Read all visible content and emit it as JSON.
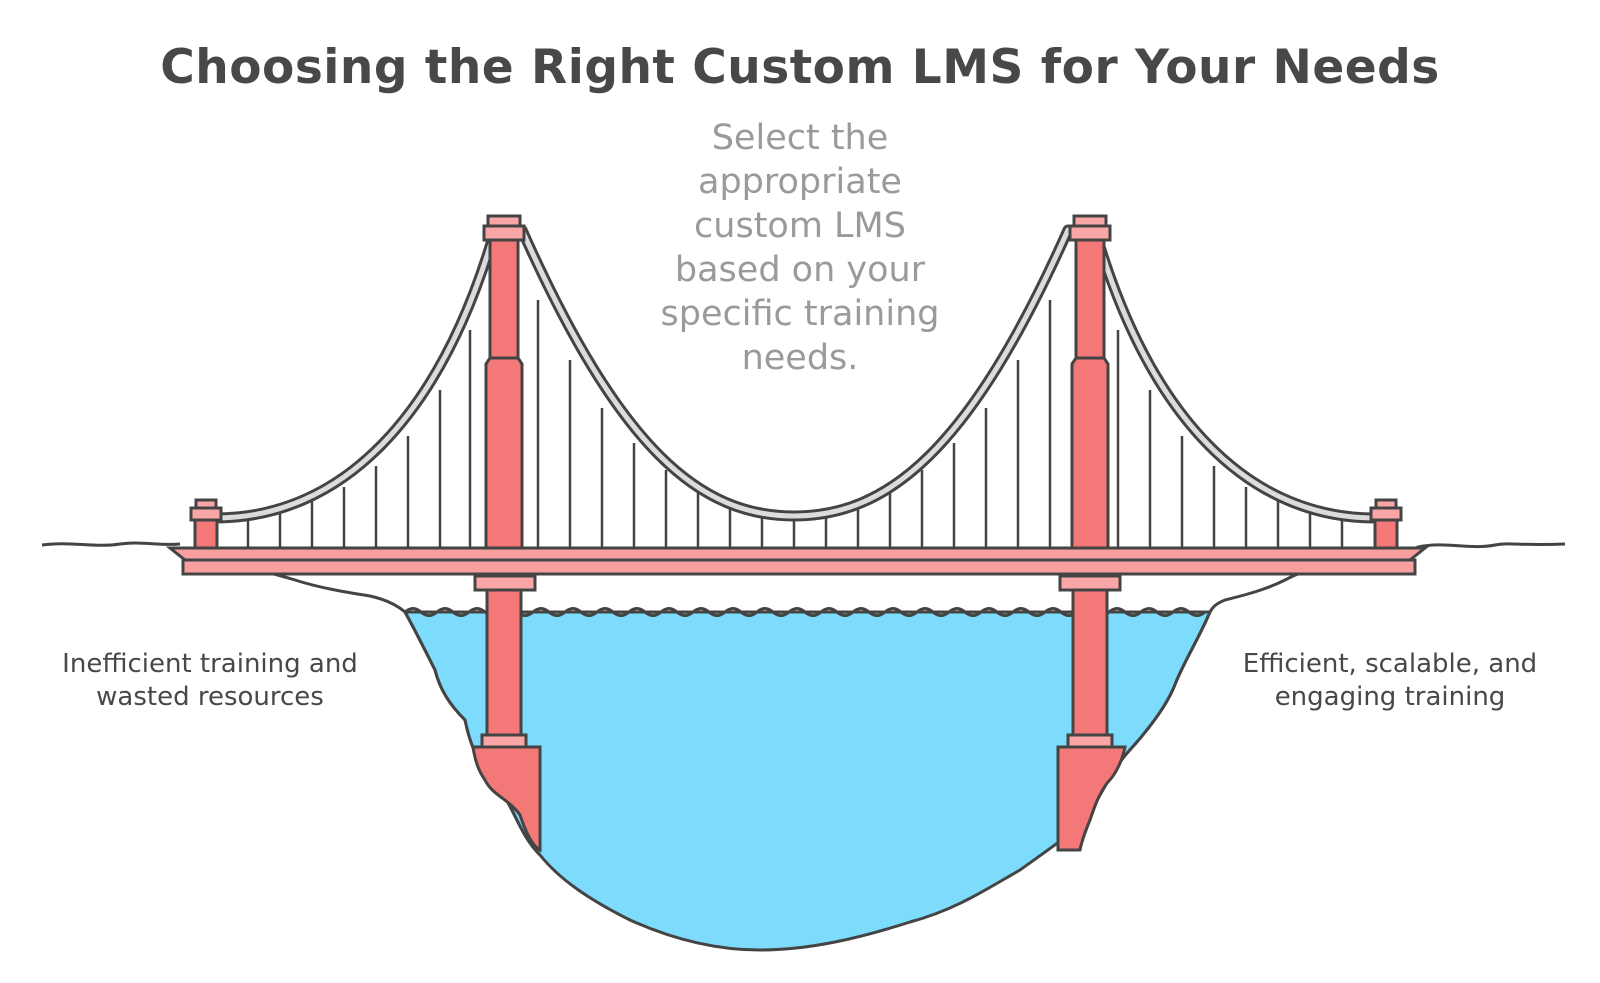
{
  "title": "Choosing the Right Custom LMS for Your Needs",
  "bridge_caption": {
    "lines": [
      "Select the",
      "appropriate",
      "custom LMS",
      "based on your",
      "specific training",
      "needs."
    ]
  },
  "left_side": {
    "lines": [
      "Inefficient training and",
      "wasted resources"
    ]
  },
  "right_side": {
    "lines": [
      "Efficient, scalable, and",
      "engaging training"
    ]
  },
  "colors": {
    "tower_fill": "#f57878",
    "tower_light": "#fba6a6",
    "deck_fill": "#f8a0a0",
    "water": "#7ddcfc",
    "cable": "#dcdcdc",
    "outline": "#444444",
    "title_text": "#484848",
    "caption_text": "#9a9a9a"
  }
}
